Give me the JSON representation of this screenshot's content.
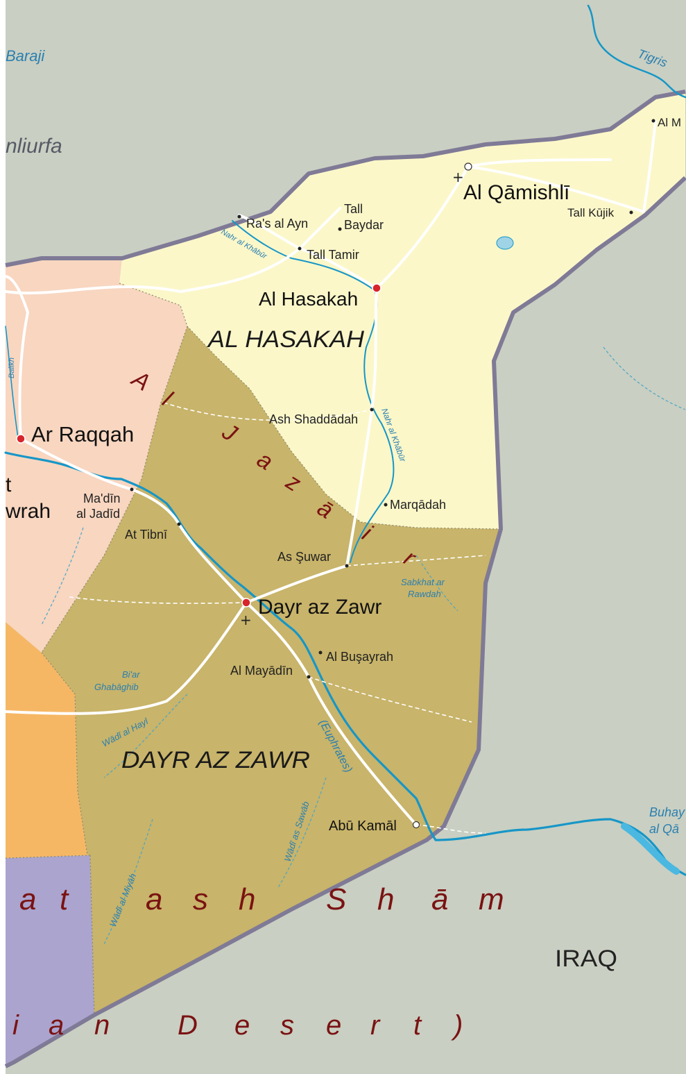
{
  "colors": {
    "background": "#c9cfc2",
    "hasakah_region": "#fbf7c9",
    "dayr_region": "#c8b46a",
    "raqqah_region": "#f8d6c0",
    "orange_region": "#f6b765",
    "purple_region": "#aaa4ce",
    "border": "#7f7a96",
    "river": "#1696c8",
    "road": "#ffffff",
    "region_text": "#7a1212",
    "city_dot": "#d8242b"
  },
  "labels": {
    "baraji": "Baraji",
    "sanliurfa": "nliurfa",
    "tigris": "Tigris",
    "al_m": "Al M",
    "al_qamishli": "Al Qāmishlī",
    "tall_kujik": "Tall Kūjik",
    "tall_baydar_1": "Tall",
    "tall_baydar_2": "Baydar",
    "ras_al_ayn": "Ra's al Ayn",
    "nahr_al_khabur_n": "Nahr al Khābūr",
    "tall_tamir": "Tall Tamir",
    "al_hasakah_city": "Al Hasakah",
    "al_hasakah_region": "AL HASAKAH",
    "balikh": "Balikh",
    "ar_raqqah": "Ar Raqqah",
    "ash_shaddadah": "Ash Shaddādah",
    "nahr_al_khabur_s": "Nahr al Khābūr",
    "thawrah_1": "t",
    "thawrah_2": "wrah",
    "madin_1": "Ma'dīn",
    "madin_2": "al Jadīd",
    "at_tibni": "At Tibnī",
    "marqadah": "Marqādah",
    "as_suwar": "As Şuwar",
    "sabkhat_1": "Sabkhat ar",
    "sabkhat_2": "Rawdah",
    "dayr_az_zawr_city": "Dayr az Zawr",
    "al_busayrah": "Al Buşayrah",
    "al_mayadin": "Al Mayādīn",
    "bir_1": "Bi'ar",
    "bir_2": "Ghabāghib",
    "wadi_al_hayl": "Wādī al Hayl",
    "euphrates": "(Euphrates)",
    "dayr_az_zawr_region": "DAYR AZ ZAWR",
    "wadi_as_sawab": "Wādī as Sawāb",
    "abu_kamal": "Abū Kamāl",
    "buhayrat_1": "Buhay",
    "buhayrat_2": "al Qā",
    "wadi_al_miyah": "Wādī al Miyāh",
    "iraq": "IRAQ"
  },
  "spaced": {
    "al_jazirah": [
      "A",
      "l",
      "J",
      "a",
      "z",
      "ā",
      "i",
      "r"
    ],
    "badiyat_ash_sham": [
      "a",
      "t",
      "a",
      "s",
      "h",
      "S",
      "h",
      "ā",
      "m"
    ],
    "syrian_desert": [
      "i",
      "a",
      "n",
      "D",
      "e",
      "s",
      "e",
      "r",
      "t",
      ")"
    ]
  }
}
